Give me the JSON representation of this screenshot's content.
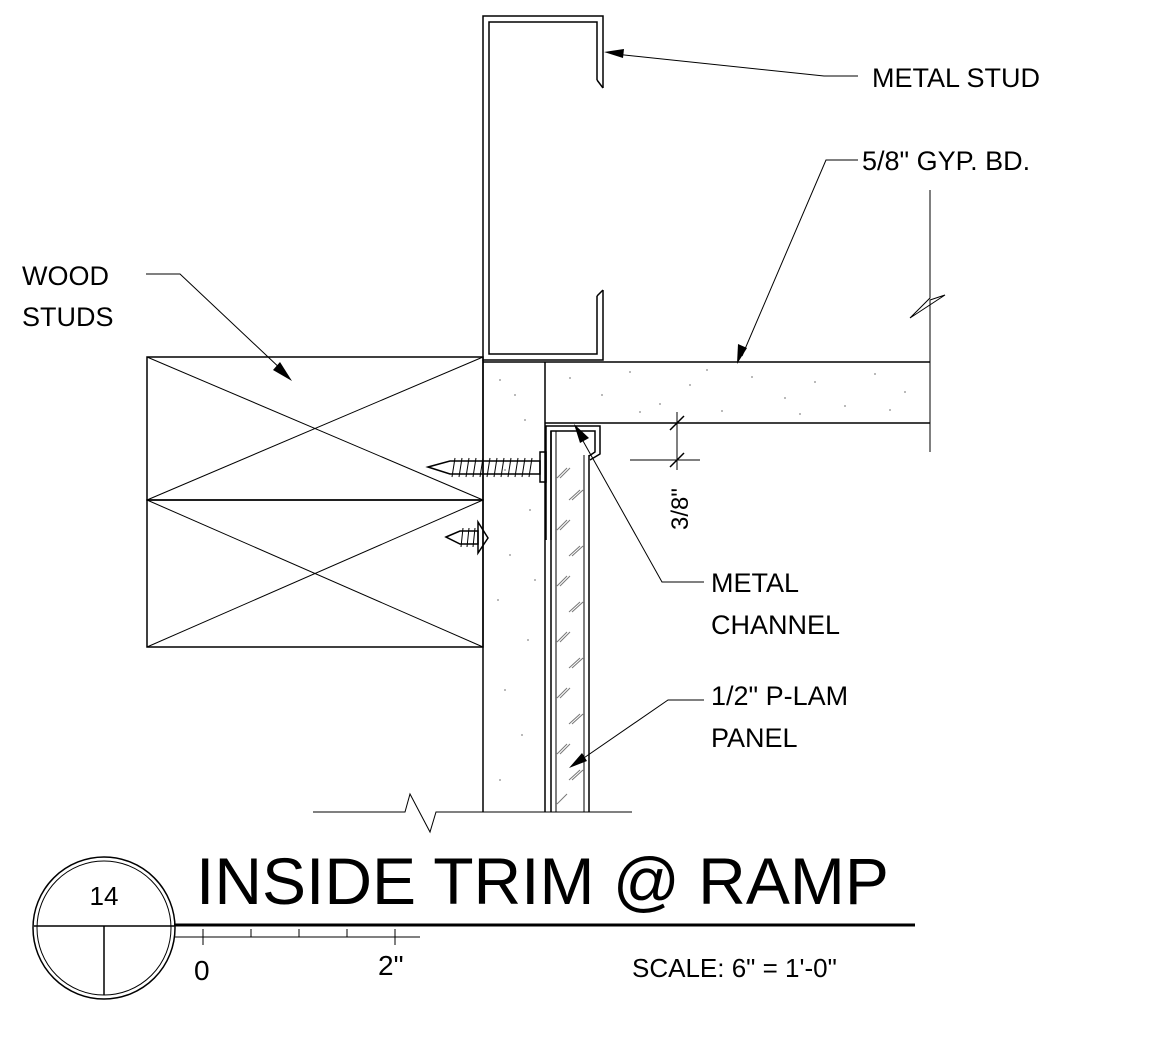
{
  "labels": {
    "metal_stud": "METAL STUD",
    "gyp_bd": "5/8\" GYP. BD.",
    "wood_studs_line1": "WOOD",
    "wood_studs_line2": "STUDS",
    "metal_channel_line1": "METAL",
    "metal_channel_line2": "CHANNEL",
    "panel_line1": "1/2\" P-LAM",
    "panel_line2": "PANEL",
    "dimension": "3/8\""
  },
  "title_block": {
    "detail_number": "14",
    "title": "INSIDE TRIM @ RAMP",
    "scale": "SCALE: 6\" = 1'-0\"",
    "scale_bar_start": "0",
    "scale_bar_end": "2\""
  }
}
